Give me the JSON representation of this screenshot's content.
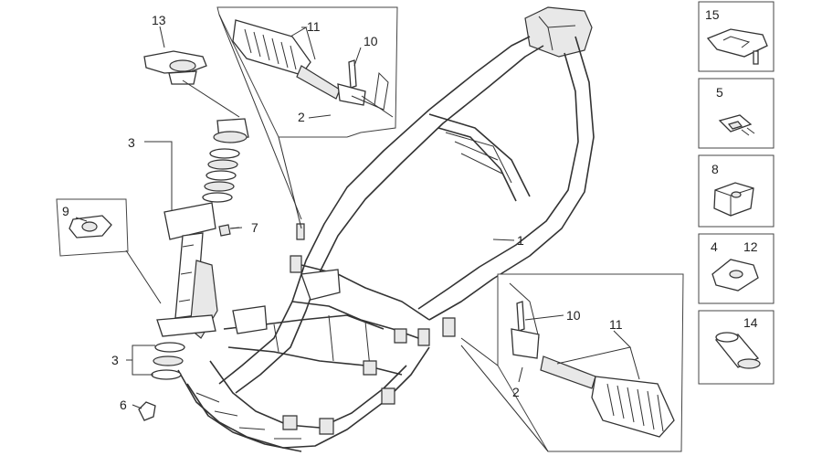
{
  "callouts": {
    "c13": "13",
    "c11_top": "11",
    "c10_top": "10",
    "c2_top": "2",
    "c3_upper": "3",
    "c9": "9",
    "c7": "7",
    "c1": "1",
    "c3_lower": "3",
    "c6": "6",
    "c10_bottom": "10",
    "c11_bottom": "11",
    "c2_bottom": "2"
  },
  "side_panels": [
    {
      "labels": [
        "15"
      ]
    },
    {
      "labels": [
        "5"
      ]
    },
    {
      "labels": [
        "8"
      ]
    },
    {
      "labels": [
        "4",
        "12"
      ]
    },
    {
      "labels": [
        "14"
      ]
    }
  ]
}
